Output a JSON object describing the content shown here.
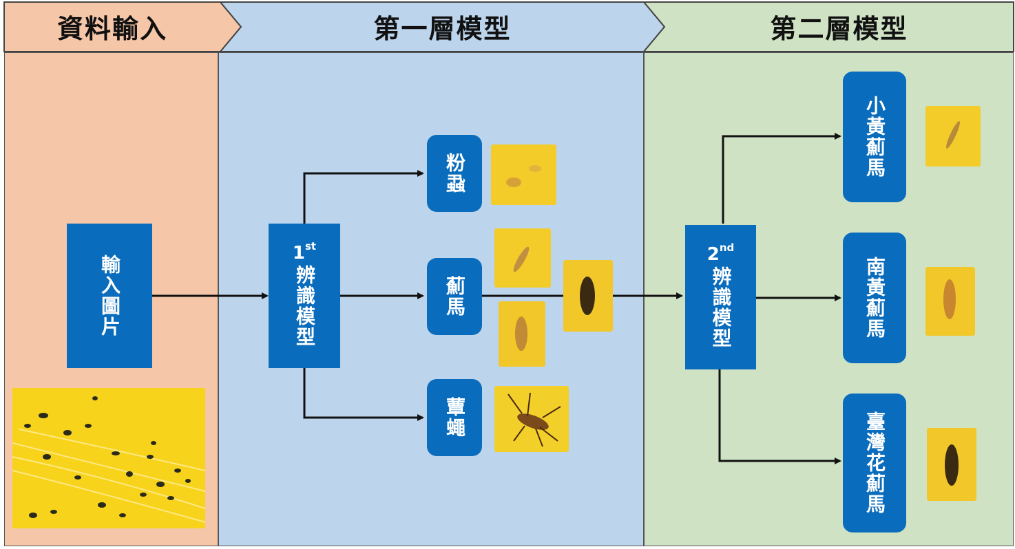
{
  "headers": {
    "input": "資料輸入",
    "layer1": "第一層模型",
    "layer2": "第二層模型"
  },
  "input_box": {
    "label": "輸入圖片"
  },
  "model1": {
    "ordinal_num": "1",
    "ordinal_sup": "st",
    "label": "辨識模型"
  },
  "model2": {
    "ordinal_num": "2",
    "ordinal_sup": "nd",
    "label": "辨識模型"
  },
  "layer1_outputs": [
    {
      "label": "粉蝨"
    },
    {
      "label": "薊馬"
    },
    {
      "label": "蕈蠅"
    }
  ],
  "layer2_outputs": [
    {
      "label": "小黃薊馬"
    },
    {
      "label": "南黃薊馬"
    },
    {
      "label": "臺灣花薊馬"
    }
  ],
  "colors": {
    "input_bg": "#f6c6a8",
    "layer1_bg": "#bcd4ec",
    "layer2_bg": "#cfe2c4",
    "box_blue": "#0a6cbc",
    "sticky_trap_yellow": "#f7d31c"
  }
}
